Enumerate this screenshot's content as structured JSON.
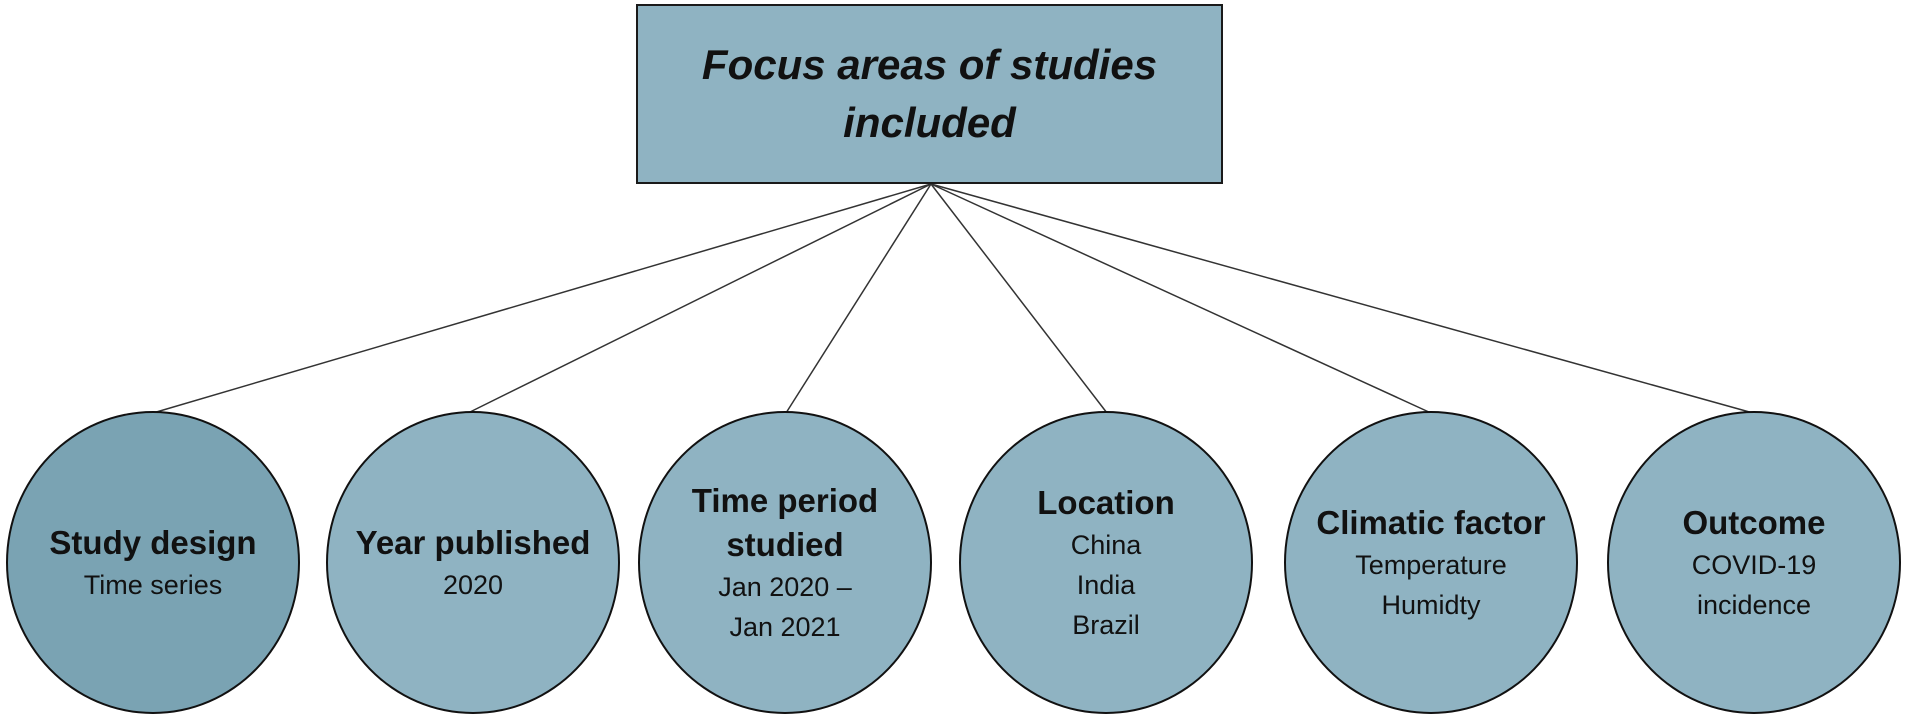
{
  "diagram": {
    "root": {
      "title": "Focus areas of studies included"
    },
    "nodes": [
      {
        "id": "study-design",
        "title": "Study design",
        "details": [
          "Time series"
        ]
      },
      {
        "id": "year-published",
        "title": "Year published",
        "details": [
          "2020"
        ]
      },
      {
        "id": "time-period-studied",
        "title": "Time period studied",
        "details": [
          "Jan 2020 –",
          "Jan 2021"
        ]
      },
      {
        "id": "location",
        "title": "Location",
        "details": [
          "China",
          "India",
          "Brazil"
        ]
      },
      {
        "id": "climatic-factor",
        "title": "Climatic factor",
        "details": [
          "Temperature",
          "Humidty"
        ]
      },
      {
        "id": "outcome",
        "title": "Outcome",
        "details": [
          "COVID-19",
          "incidence"
        ]
      }
    ],
    "colors": {
      "fill": "#8fb3c2",
      "fill_first_node": "#7aa3b3",
      "border": "#111111",
      "connector": "#333333"
    }
  }
}
